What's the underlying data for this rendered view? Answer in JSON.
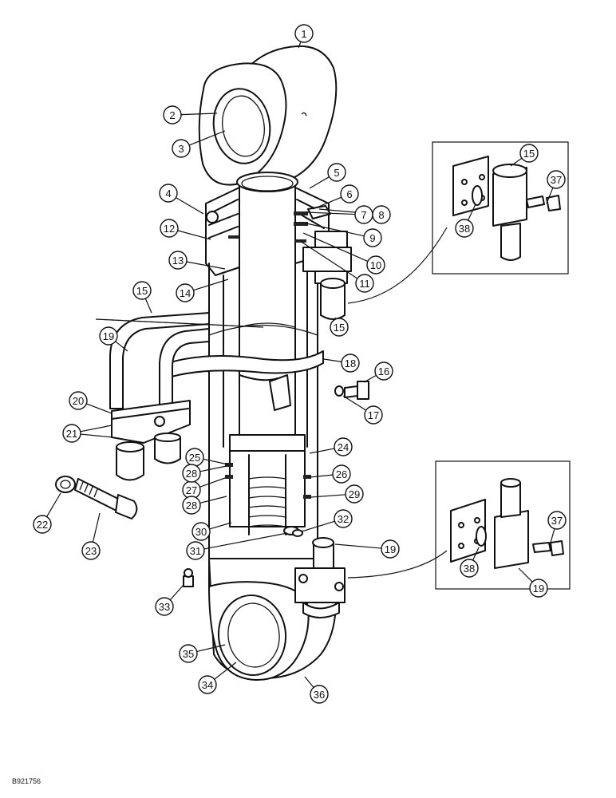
{
  "figure_id": "B921756",
  "callouts": [
    "1",
    "2",
    "3",
    "4",
    "5",
    "6",
    "7",
    "8",
    "9",
    "10",
    "11",
    "12",
    "13",
    "14",
    "15",
    "15",
    "15",
    "16",
    "17",
    "18",
    "19",
    "19",
    "19",
    "20",
    "21",
    "22",
    "23",
    "24",
    "25",
    "26",
    "27",
    "28",
    "28",
    "29",
    "30",
    "31",
    "32",
    "33",
    "34",
    "35",
    "36",
    "37",
    "37",
    "38",
    "38"
  ]
}
